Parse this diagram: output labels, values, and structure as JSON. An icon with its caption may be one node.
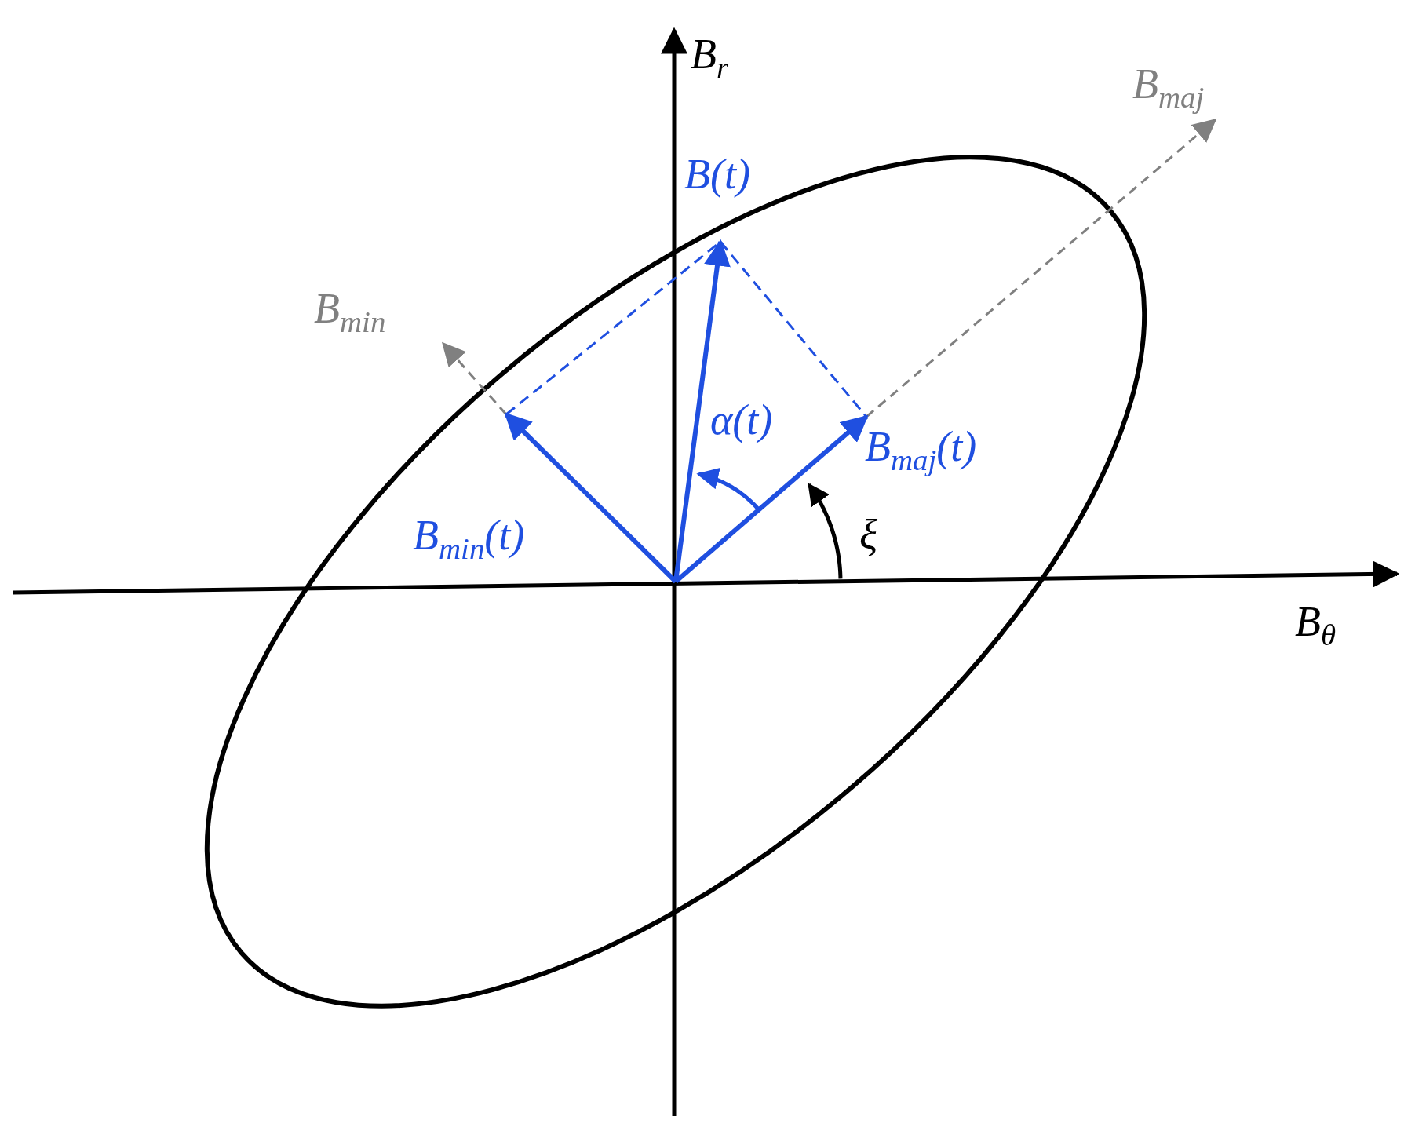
{
  "diagram": {
    "labels": [
      "B$_{r}$",
      "B$_{maj}$",
      "B(t)",
      "B$_{min}$",
      "α(t)",
      "B$_{maj}$(t)",
      "B$_{min}$(t)",
      "ξ",
      "B$_{θ}$"
    ]
  }
}
